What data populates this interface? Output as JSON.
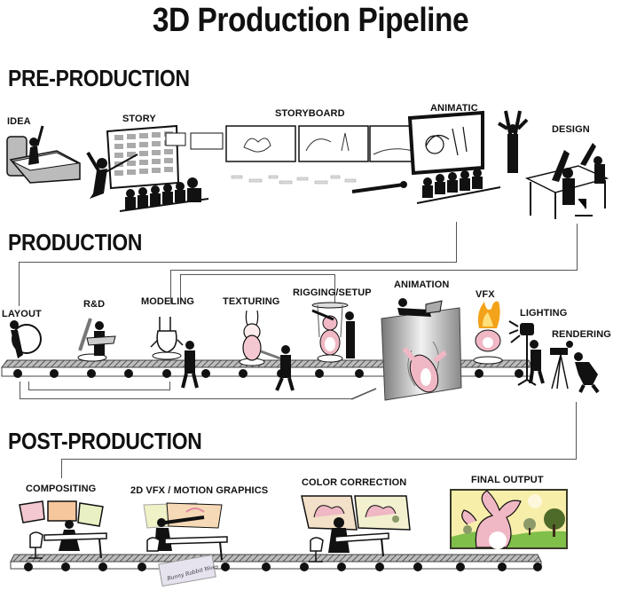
{
  "title": "3D Production Pipeline",
  "colors": {
    "ink": "#111111",
    "belt": "#8a8a8a",
    "connector": "#555555",
    "bunny_pink": "#f0b7c4",
    "sky_yellow": "#f7eeaa",
    "grass_green": "#7fbf4a",
    "tree_green": "#4f6b2a",
    "fire_orange": "#f3a21a",
    "screen_orange": "#f6c79c"
  },
  "sections": {
    "pre_production": {
      "heading": "PRE-PRODUCTION",
      "stages": [
        {
          "label": "IDEA",
          "icon": "person-in-bed-idea-icon"
        },
        {
          "label": "STORY",
          "icon": "storyboard-wall-presentation-icon"
        },
        {
          "label": "STORYBOARD",
          "icon": "storyboard-panels-icon"
        },
        {
          "label": "ANIMATIC",
          "icon": "animatic-screening-icon"
        },
        {
          "label": "DESIGN",
          "icon": "design-desk-artists-icon"
        }
      ]
    },
    "production": {
      "heading": "PRODUCTION",
      "stages": [
        {
          "label": "LAYOUT",
          "icon": "person-holding-wheel-icon"
        },
        {
          "label": "R&D",
          "icon": "research-tool-icon"
        },
        {
          "label": "MODELING",
          "icon": "white-bunny-model-icon"
        },
        {
          "label": "TEXTURING",
          "icon": "textured-bunny-icon"
        },
        {
          "label": "RIGGING/SETUP",
          "icon": "bunny-marionette-icon"
        },
        {
          "label": "ANIMATION",
          "icon": "bunny-animation-screen-icon"
        },
        {
          "label": "VFX",
          "icon": "bunny-on-fire-icon"
        },
        {
          "label": "LIGHTING",
          "icon": "spotlight-icon"
        },
        {
          "label": "RENDERING",
          "icon": "camera-operator-icon"
        }
      ]
    },
    "post_production": {
      "heading": "POST-PRODUCTION",
      "stages": [
        {
          "label": "COMPOSITING",
          "icon": "compositing-workstation-icon"
        },
        {
          "label": "2D VFX / MOTION GRAPHICS",
          "icon": "motion-graphics-workstation-icon"
        },
        {
          "label": "COLOR CORRECTION",
          "icon": "color-correction-workstation-icon"
        },
        {
          "label": "FINAL OUTPUT",
          "icon": "final-frame-bunny-icon"
        }
      ],
      "card_text": "Bunny Rabbit Woes"
    }
  }
}
